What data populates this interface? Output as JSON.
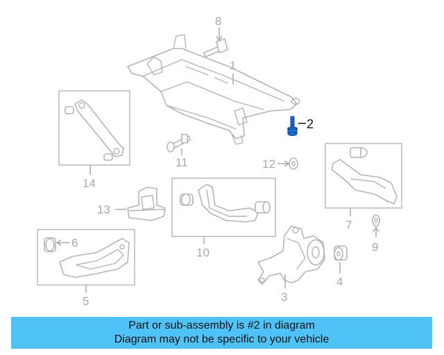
{
  "callouts": {
    "c1": "1",
    "c2": "2",
    "c3": "3",
    "c4": "4",
    "c5": "5",
    "c6": "6",
    "c7": "7",
    "c8": "8",
    "c9": "9",
    "c10": "10",
    "c11": "11",
    "c12": "12",
    "c13": "13",
    "c14": "14"
  },
  "banner": {
    "line1": "Part or sub-assembly is #2 in diagram",
    "line2": "Diagram may not be specific to your vehicle"
  },
  "colors": {
    "highlight_part": "#1e6fd9",
    "banner_bg": "#4fc3f7",
    "line_gray": "#b4b4b4"
  }
}
